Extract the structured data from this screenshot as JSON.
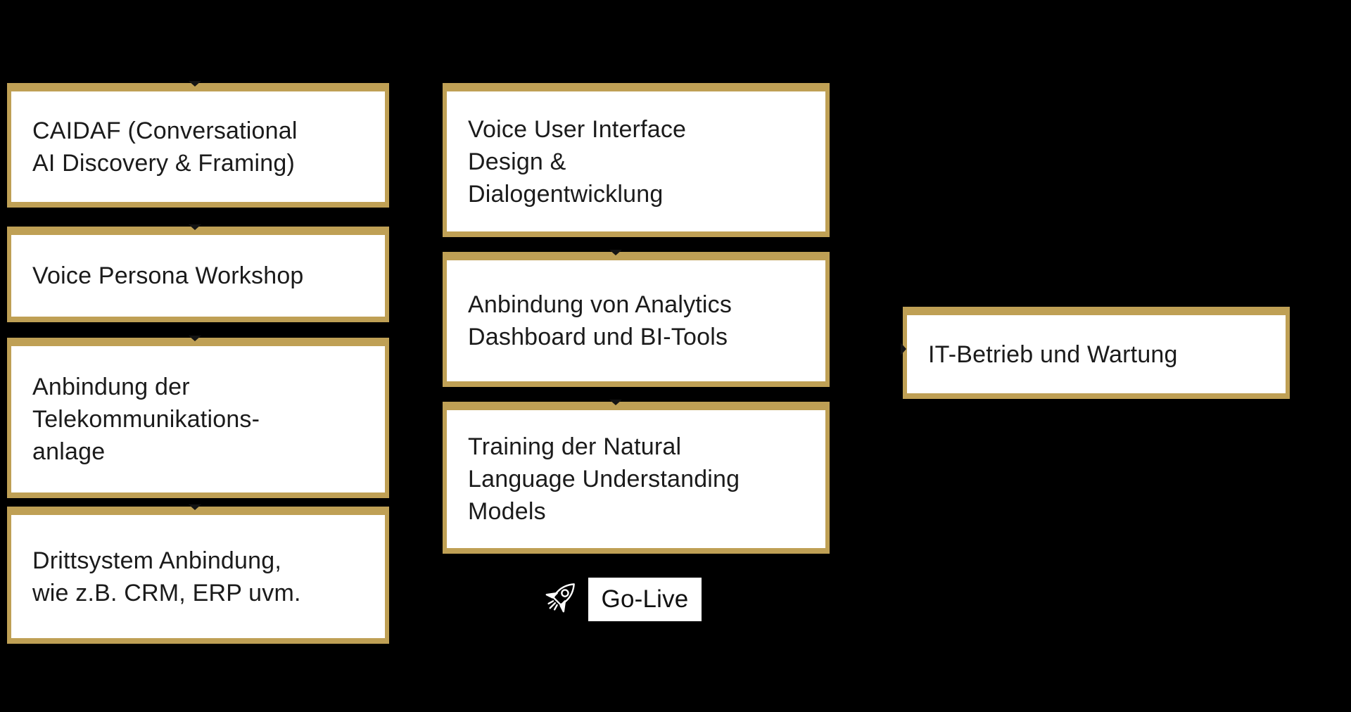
{
  "diagram": {
    "background_color": "#000000",
    "accent_gold": "#BFA055",
    "box_fill": "#FFFFFF",
    "text_color": "#1B1B1B",
    "columns": {
      "left": {
        "boxes": {
          "caidaf": {
            "label": "CAIDAF (Conversational\nAI Discovery & Framing)"
          },
          "voice_persona": {
            "label": "Voice Persona Workshop"
          },
          "telekommunikation": {
            "label": "Anbindung der\nTelekommunikations-\nanlage"
          },
          "drittsystem": {
            "label": "Drittsystem Anbindung,\nwie z.B. CRM, ERP uvm."
          }
        }
      },
      "middle": {
        "boxes": {
          "vui_design": {
            "label": "Voice User Interface\nDesign &\nDialogentwicklung"
          },
          "analytics": {
            "label": "Anbindung von Analytics\nDashboard und BI-Tools"
          },
          "nlu_training": {
            "label": "Training der Natural\nLanguage Understanding\nModels"
          }
        }
      },
      "right": {
        "boxes": {
          "it_betrieb": {
            "label": "IT-Betrieb und Wartung"
          }
        }
      }
    },
    "golive": {
      "label": "Go-Live",
      "icon": "rocket-icon"
    }
  }
}
